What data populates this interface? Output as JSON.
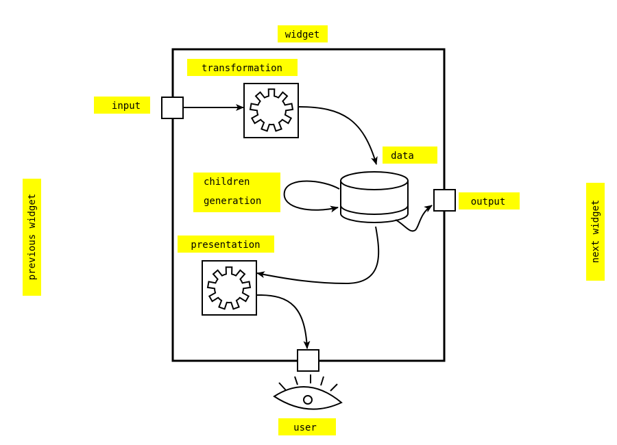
{
  "colors": {
    "label_bg": "#ffff00",
    "stroke": "#000000",
    "background": "#ffffff"
  },
  "labels": {
    "widget": "widget",
    "transformation": "transformation",
    "input": "input",
    "data": "data",
    "children_line1": "children",
    "children_line2": "generation",
    "output": "output",
    "presentation": "presentation",
    "user": "user",
    "previous_widget": "previous widget",
    "next_widget": "next widget"
  },
  "icons": {
    "transformation": "gear-icon",
    "presentation": "gear-icon",
    "data": "database-cylinder-icon",
    "user": "eye-icon"
  }
}
